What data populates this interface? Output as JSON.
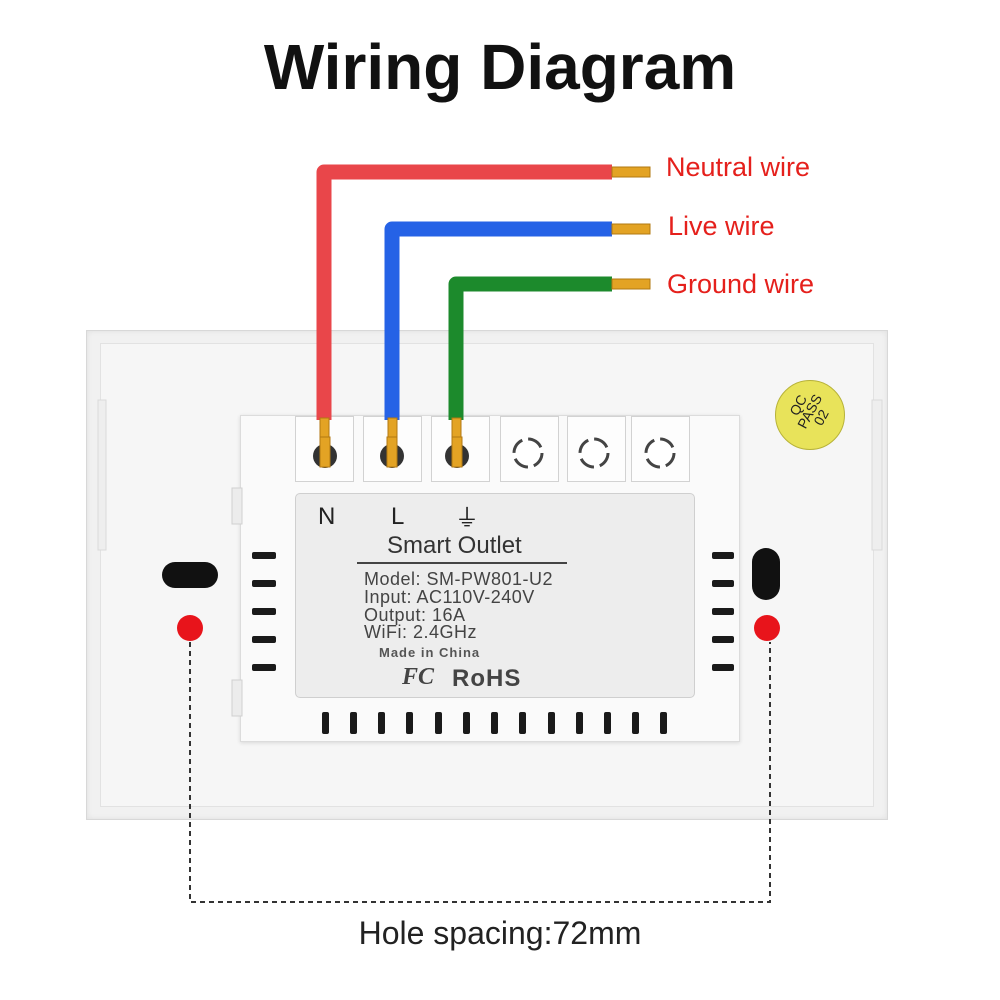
{
  "title": "Wiring Diagram",
  "wires": [
    {
      "label": "Neutral wire",
      "color": "#e9464a",
      "terminal": "N"
    },
    {
      "label": "Live wire",
      "color": "#2562e6",
      "terminal": "L"
    },
    {
      "label": "Ground wire",
      "color": "#1c8a2c",
      "terminal": "⏚"
    }
  ],
  "label_color": "#e5201c",
  "product": {
    "terminal_labels": {
      "n": "N",
      "l": "L",
      "ground": "⏚"
    },
    "name": "Smart Outlet",
    "model": "Model: SM-PW801-U2",
    "input": "Input: AC110V-240V",
    "output": "Output: 16A",
    "wifi": "WiFi: 2.4GHz",
    "made_in": "Made in China",
    "fc": "FC",
    "rohs": "RoHS"
  },
  "sticker": {
    "line1": "QC",
    "line2": "PASS",
    "line3": "02",
    "color": "#e8e35a"
  },
  "mount_hole_color": "#e8141b",
  "hole_spacing": "Hole spacing:72mm"
}
